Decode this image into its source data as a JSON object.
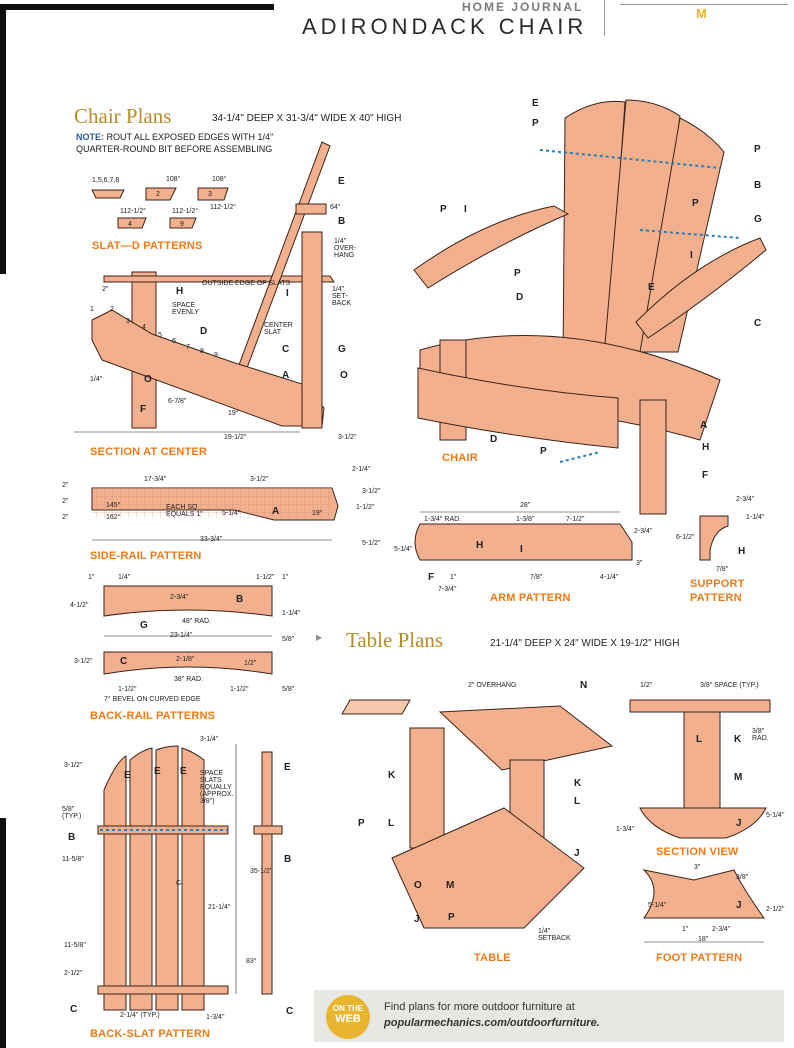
{
  "header": {
    "kicker": "HOME JOURNAL",
    "title": "ADIRONDACK CHAIR",
    "mag_letter": "M"
  },
  "chair_plans": {
    "title": "Chair Plans",
    "dims": "34-1/4\" DEEP X 31-3/4\" WIDE X 40\" HIGH",
    "note_label": "NOTE:",
    "note_text1": "ROUT ALL EXPOSED EDGES WITH 1/4\"",
    "note_text2": "QUARTER-ROUND BIT BEFORE ASSEMBLING"
  },
  "slat_patterns": {
    "caption": "SLAT—D PATTERNS",
    "labels": [
      "1,5,6,7,8",
      "108°",
      "108°",
      "2",
      "3",
      "112-1/2°",
      "112-1/2°",
      "112-1/2°",
      "4",
      "9"
    ]
  },
  "section": {
    "caption": "SECTION AT CENTER",
    "labels": [
      "E",
      "B",
      "64°",
      "1/4\" OVER-HANG",
      "OUTSIDE EDGE OF SLATS",
      "H",
      "2\"",
      "SPACE EVENLY",
      "I",
      "1/4\" SET-BACK",
      "CENTER SLAT",
      "D",
      "C",
      "G",
      "1",
      "2",
      "3",
      "4",
      "5",
      "6",
      "7",
      "8",
      "9",
      "1/4\"",
      "O",
      "A",
      "O",
      "6-7/8\"",
      "19°",
      "F",
      "19-1/2\"",
      "3-1/2\""
    ]
  },
  "side_rail": {
    "caption": "SIDE-RAIL PATTERN",
    "labels": [
      "2\"",
      "2\"",
      "2\"",
      "17-3/4\"",
      "3-1/2\"",
      "2-1/4\"",
      "145°",
      "162°",
      "EACH SQ EQUALS 1\"",
      "5-1/4\"",
      "A",
      "19°",
      "3-1/2\"",
      "1-1/2\"",
      "5-1/2\"",
      "33-3/4\""
    ]
  },
  "back_rail": {
    "caption": "BACK-RAIL PATTERNS",
    "labels": [
      "1\"",
      "1/4\"",
      "1-1/2\"",
      "1\"",
      "4-1/2\"",
      "2-3/4\"",
      "B",
      "1-1/4\"",
      "G",
      "48\" RAD.",
      "23-1/4\"",
      "5/8\"",
      "3-1/2\"",
      "C",
      "2-1/8\"",
      "1/2\"",
      "38\" RAD.",
      "1-1/2\"",
      "1-1/2\"",
      "5/8\"",
      "7° BEVEL ON CURVED EDGE"
    ]
  },
  "back_slat": {
    "caption": "BACK-SLAT PATTERN",
    "labels": [
      "3-1/4\"",
      "3-1/2\"",
      "E",
      "E",
      "E",
      "SPACE SLATS EQUALLY (APPROX. 3/8\")",
      "5/8\" (TYP.)",
      "B",
      "11-5/8\"",
      "C̶",
      "35-1/2\"",
      "21-1/4\"",
      "11-5/8\"",
      "2-1/2\"",
      "C",
      "2-1/4\" (TYP.)",
      "1-3/4\"",
      "83°",
      "E",
      "B",
      "C"
    ]
  },
  "chair": {
    "caption": "CHAIR",
    "labels": [
      "E",
      "P",
      "P",
      "B",
      "P",
      "I",
      "G",
      "P",
      "D",
      "P",
      "E",
      "I",
      "C",
      "A",
      "H",
      "D",
      "P",
      "F"
    ]
  },
  "arm": {
    "caption": "ARM PATTERN",
    "labels": [
      "28\"",
      "1-3/4\" RAD.",
      "1-3/8\"",
      "7-1/2\"",
      "2-3/4\"",
      "5-1/4\"",
      "H",
      "I",
      "F",
      "1\"",
      "7/8\"",
      "4-1/4\"",
      "3\"",
      "7-3/4\""
    ]
  },
  "support": {
    "caption1": "SUPPORT",
    "caption2": "PATTERN",
    "labels": [
      "2-3/4\"",
      "1-1/4\"",
      "6-1/2\"",
      "H",
      "7/8\""
    ]
  },
  "table_plans": {
    "title": "Table Plans",
    "dims": "21-1/4\" DEEP X 24\" WIDE X 19-1/2\" HIGH"
  },
  "table": {
    "caption": "TABLE",
    "labels": [
      "2\" OVERHANG",
      "N",
      "K",
      "K",
      "P",
      "L",
      "L",
      "O",
      "M",
      "J",
      "J",
      "P",
      "1/4\" SETBACK"
    ]
  },
  "section_view": {
    "caption": "SECTION VIEW",
    "labels": [
      "1/2\"",
      "3/8\" SPACE (TYP.)",
      "L",
      "K",
      "3/8\" RAD.",
      "M",
      "1-3/4\"",
      "J",
      "5-1/4\""
    ]
  },
  "foot": {
    "caption": "FOOT PATTERN",
    "labels": [
      "3\"",
      "3/8\"",
      "5-1/4\"",
      "J",
      "2-1/2\"",
      "1\"",
      "2-3/4\"",
      "18\""
    ]
  },
  "web": {
    "badge1": "ON THE",
    "badge2": "WEB",
    "text": "Find plans for more outdoor furniture at",
    "url": "popularmechanics.com/outdoorfurniture."
  },
  "colors": {
    "wood": "#f3b08e",
    "wood_dark": "#d98866",
    "outline": "#3a2418",
    "accent_orange": "#f07a1a",
    "title_gold": "#b58e2a",
    "screw_blue": "#2a7fb5"
  }
}
